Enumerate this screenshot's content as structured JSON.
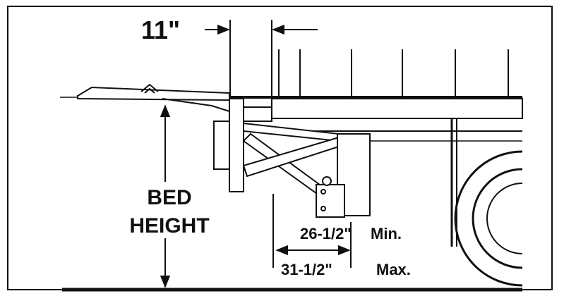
{
  "labels": {
    "offset": "11\"",
    "bed_height_line1": "BED",
    "bed_height_line2": "HEIGHT",
    "min_dimension": "26-1/2\"",
    "min_suffix": "Min.",
    "max_dimension": "31-1/2\"",
    "max_suffix": "Max."
  },
  "colors": {
    "ink": "#111111",
    "background": "#ffffff"
  }
}
